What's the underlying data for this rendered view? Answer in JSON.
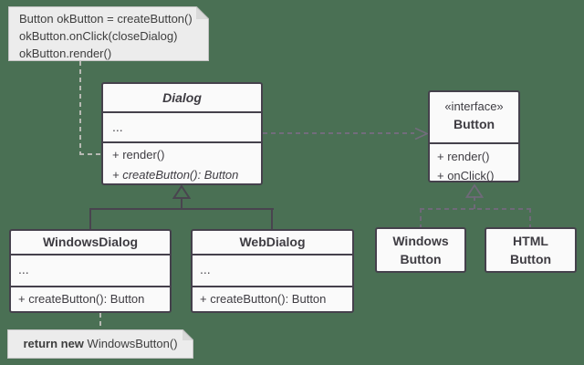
{
  "colors": {
    "background": "#4a7054",
    "box_fill": "#fafafa",
    "box_border": "#45414c",
    "text": "#3e3c42",
    "note_fill": "#ececec",
    "note_connector": "#b7bab3",
    "dependency_line": "#726c7c",
    "realization_line": "#6f6979",
    "inheritance_line": "#49444f"
  },
  "notes": {
    "client_code": {
      "lines": [
        "Button okButton = createButton()",
        "okButton.onClick(closeDialog)",
        "okButton.render()"
      ]
    },
    "return_note": {
      "bold_text": "return new",
      "normal_text": " WindowsButton()"
    }
  },
  "classes": {
    "dialog": {
      "title": "Dialog",
      "placeholder": "...",
      "methods": [
        "+ render()",
        "+ createButton(): Button"
      ]
    },
    "button_interface": {
      "stereotype": "«interface»",
      "title": "Button",
      "methods": [
        "+ render()",
        "+ onClick()"
      ]
    },
    "windows_dialog": {
      "title": "WindowsDialog",
      "placeholder": "...",
      "methods": [
        "+ createButton(): Button"
      ]
    },
    "web_dialog": {
      "title": "WebDialog",
      "placeholder": "...",
      "methods": [
        "+ createButton(): Button"
      ]
    },
    "windows_button": {
      "title_line1": "Windows",
      "title_line2": "Button"
    },
    "html_button": {
      "title_line1": "HTML",
      "title_line2": "Button"
    }
  }
}
